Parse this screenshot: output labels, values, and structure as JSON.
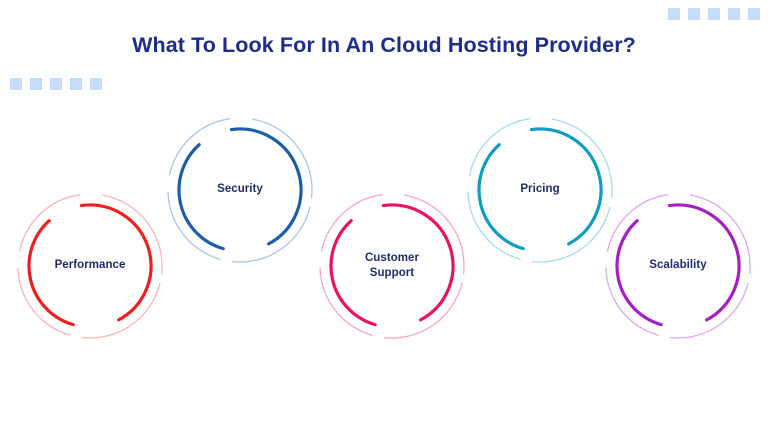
{
  "header": {
    "title": "What To Look For In An Cloud Hosting Provider?",
    "title_color": "#1f2d8a"
  },
  "decorations": {
    "square_color": "#c5dcfa",
    "top_right_squares": 5,
    "left_squares": 5
  },
  "background_color": "#ffffff",
  "label_color": "#1f2d6b",
  "nodes": [
    {
      "id": "performance",
      "label": "Performance",
      "color": "#f01e1e",
      "faint_color": "#fbb4b4"
    },
    {
      "id": "security",
      "label": "Security",
      "color": "#1a5eaa",
      "faint_color": "#a9c6e4"
    },
    {
      "id": "customer-support",
      "label": "Customer\nSupport",
      "color": "#ed1164",
      "faint_color": "#f8a6c3"
    },
    {
      "id": "pricing",
      "label": "Pricing",
      "color": "#0d9dc4",
      "faint_color": "#a3dcec"
    },
    {
      "id": "scalability",
      "label": "Scalability",
      "color": "#a51fc4",
      "faint_color": "#dfa8ec"
    }
  ]
}
